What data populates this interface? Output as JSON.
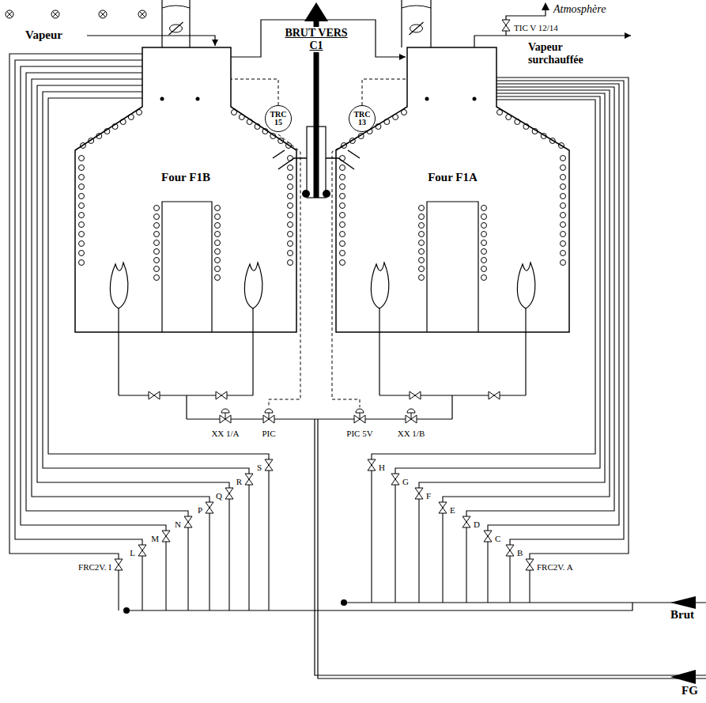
{
  "diagram": {
    "nodes": [
      {
        "text": [
          "TRC 15"
        ]
      },
      {
        "text": [
          "TRC 13"
        ]
      },
      {
        "text": [
          "Four F1B"
        ]
      },
      {
        "text": [
          "Four F1A"
        ]
      }
    ],
    "edges": [
      {
        "from": 0,
        "to": 2,
        "arrow": "none"
      },
      {
        "from": 1,
        "to": 3,
        "arrow": "none"
      }
    ],
    "labels": [
      "Vapeur",
      "BRUT VERS C1",
      "Atmosphère",
      "TIC V 12/14",
      "Vapeur surchauffée",
      "XX 1/A",
      "PIC",
      "PIC 5V",
      "XX 1/B",
      "S",
      "R",
      "Q",
      "P",
      "N",
      "M",
      "L",
      "FRC2V. I",
      "H",
      "G",
      "F",
      "E",
      "D",
      "C",
      "B",
      "FRC2V. A",
      "Brut",
      "FG"
    ]
  }
}
